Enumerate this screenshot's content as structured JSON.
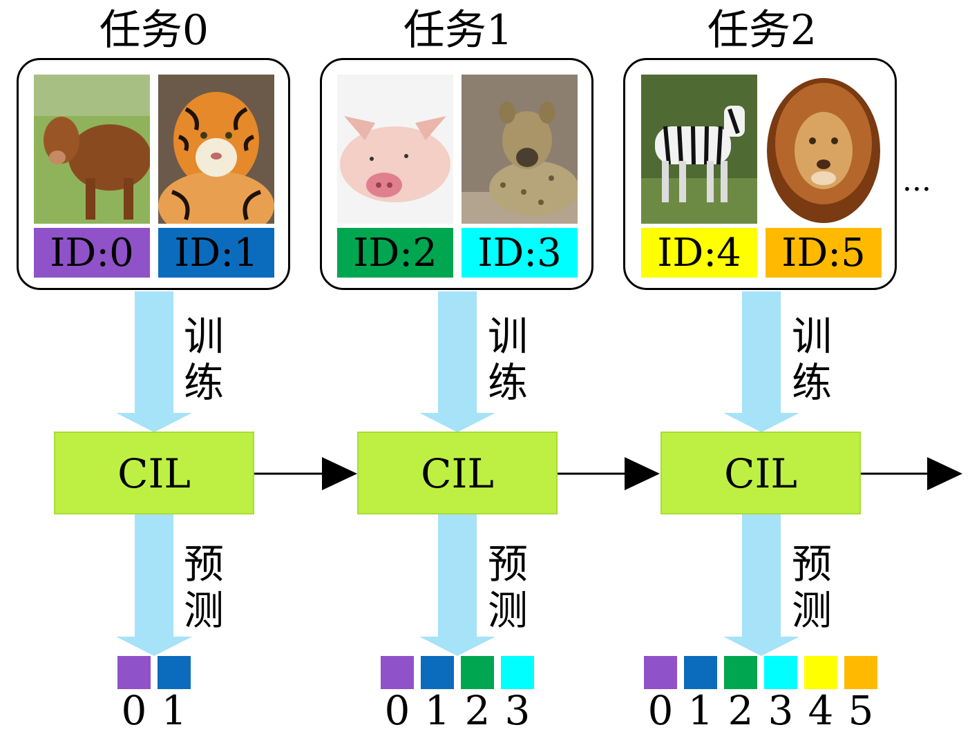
{
  "tasks": [
    {
      "title": "任务0",
      "items": [
        {
          "id_label": "ID:0",
          "animal": "cow",
          "color": "#9052c8"
        },
        {
          "id_label": "ID:1",
          "animal": "tiger",
          "color": "#0b6cbd"
        }
      ]
    },
    {
      "title": "任务1",
      "items": [
        {
          "id_label": "ID:2",
          "animal": "pig",
          "color": "#00a650"
        },
        {
          "id_label": "ID:3",
          "animal": "hyena",
          "color": "#00ffff"
        }
      ]
    },
    {
      "title": "任务2",
      "items": [
        {
          "id_label": "ID:4",
          "animal": "zebra",
          "color": "#ffff00"
        },
        {
          "id_label": "ID:5",
          "animal": "lion",
          "color": "#ffba00"
        }
      ]
    }
  ],
  "ellipsis": "···",
  "train_label": [
    "训",
    "练"
  ],
  "predict_label": [
    "预",
    "测"
  ],
  "model_label": "CIL",
  "outputs": [
    {
      "numbers": [
        "0",
        "1"
      ]
    },
    {
      "numbers": [
        "0",
        "1",
        "2",
        "3"
      ]
    },
    {
      "numbers": [
        "0",
        "1",
        "2",
        "3",
        "4",
        "5"
      ]
    }
  ],
  "colors": {
    "arrow": "#a6e2f8",
    "model_box": "#bdf043"
  }
}
